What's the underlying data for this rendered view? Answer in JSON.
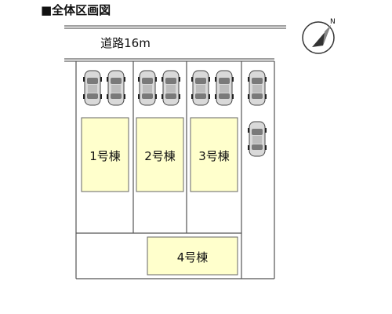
{
  "title": "■全体区画図",
  "road": {
    "label": "道路16m"
  },
  "compass": {
    "north_mark": "N"
  },
  "buildings": [
    {
      "label": "1号棟",
      "fill": "#ffffcc"
    },
    {
      "label": "2号棟",
      "fill": "#ffffcc"
    },
    {
      "label": "3号棟",
      "fill": "#ffffcc"
    },
    {
      "label": "4号棟",
      "fill": "#ffffcc"
    }
  ],
  "parking_spaces": 8,
  "colors": {
    "building_fill": "#ffffcc",
    "line": "#555555",
    "car_body": "#d8d8d8"
  }
}
